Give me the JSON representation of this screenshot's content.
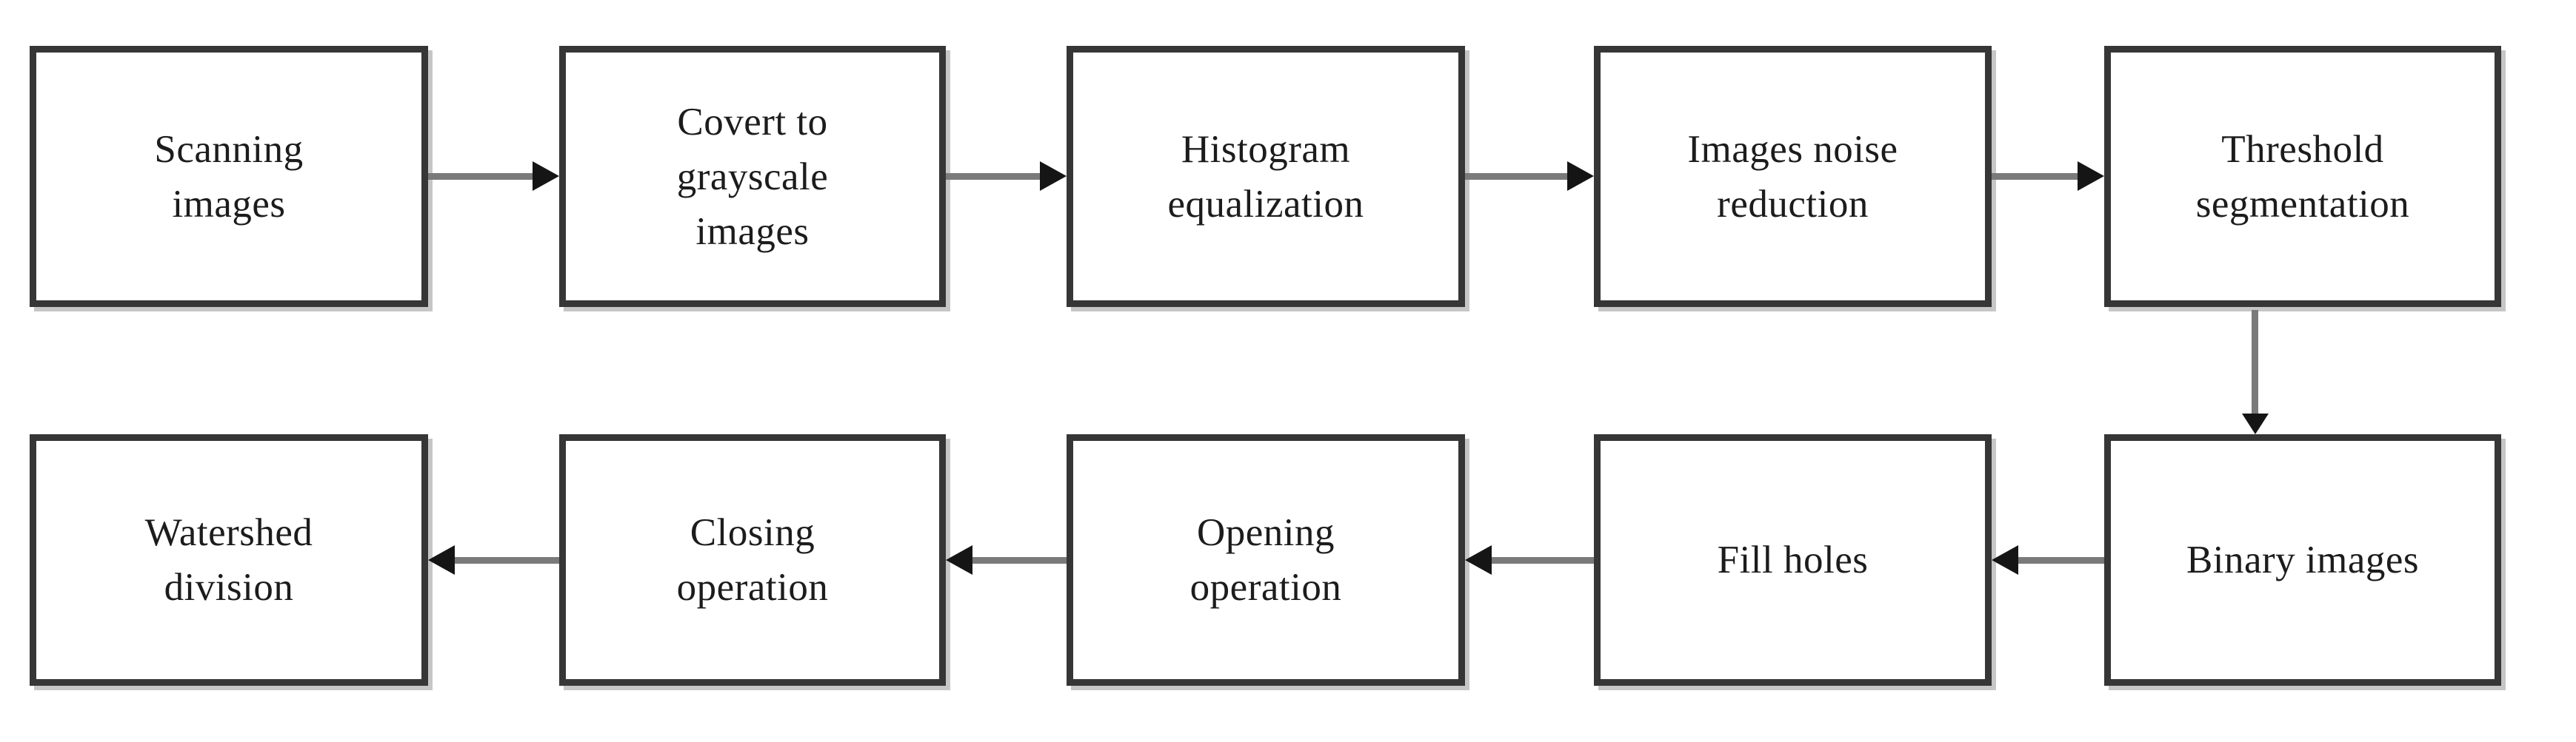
{
  "diagram": {
    "type": "flowchart",
    "description_visible": false,
    "colors": {
      "background": "#ffffff",
      "node_fill": "#ffffff",
      "node_border": "#363636",
      "node_shadow": "#c6c6c6",
      "arrow_shaft": "#7a7a7a",
      "arrow_head": "#151515",
      "text": "#1c1c1c"
    }
  },
  "nodes": [
    {
      "id": "scanning",
      "label": "Scanning\nimages"
    },
    {
      "id": "covert",
      "label": "Covert to\ngrayscale\nimages"
    },
    {
      "id": "histogram",
      "label": "Histogram\nequalization"
    },
    {
      "id": "noise",
      "label": "Images noise\nreduction"
    },
    {
      "id": "threshold",
      "label": "Threshold\nsegmentation"
    },
    {
      "id": "binary",
      "label": "Binary images"
    },
    {
      "id": "fill",
      "label": "Fill holes"
    },
    {
      "id": "opening",
      "label": "Opening\noperation"
    },
    {
      "id": "closing",
      "label": "Closing\noperation"
    },
    {
      "id": "watershed",
      "label": "Watershed\ndivision"
    }
  ],
  "edges": [
    {
      "from": "scanning",
      "to": "covert",
      "direction": "right"
    },
    {
      "from": "covert",
      "to": "histogram",
      "direction": "right"
    },
    {
      "from": "histogram",
      "to": "noise",
      "direction": "right"
    },
    {
      "from": "noise",
      "to": "threshold",
      "direction": "right"
    },
    {
      "from": "threshold",
      "to": "binary",
      "direction": "down"
    },
    {
      "from": "binary",
      "to": "fill",
      "direction": "left"
    },
    {
      "from": "fill",
      "to": "opening",
      "direction": "left"
    },
    {
      "from": "opening",
      "to": "closing",
      "direction": "left"
    },
    {
      "from": "closing",
      "to": "watershed",
      "direction": "left"
    }
  ]
}
